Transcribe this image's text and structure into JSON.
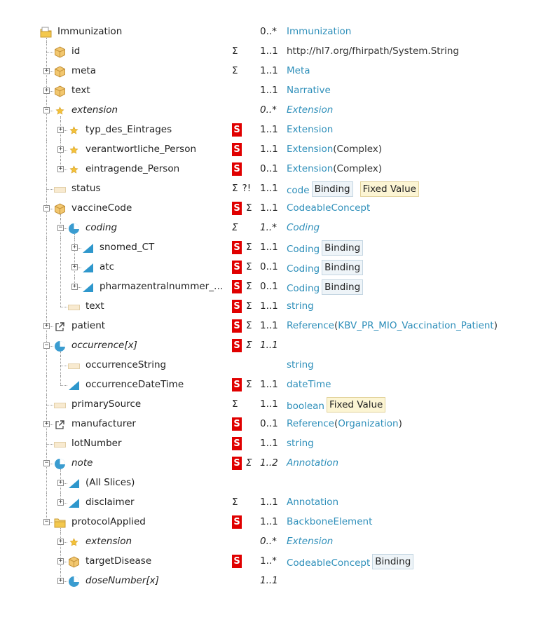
{
  "rows": [
    {
      "name": "Immunization",
      "italic": false,
      "icon": "folder-resource-icon",
      "depth": 0,
      "expander": "none",
      "flags": "",
      "sigItalic": false,
      "card": "0..*",
      "type": [
        {
          "t": "Immunization",
          "link": true
        }
      ],
      "badges": []
    },
    {
      "name": "id",
      "italic": false,
      "icon": "primitive-cube-icon",
      "depth": 1,
      "expander": "none",
      "flags": "Σ",
      "sigItalic": false,
      "card": "1..1",
      "type": [
        {
          "t": "http://hl7.org/fhirpath/System.String",
          "link": false
        }
      ],
      "badges": []
    },
    {
      "name": "meta",
      "italic": false,
      "icon": "primitive-cube-icon",
      "depth": 1,
      "expander": "plus",
      "flags": "Σ",
      "sigItalic": false,
      "card": "1..1",
      "type": [
        {
          "t": "Meta",
          "link": true
        }
      ],
      "badges": []
    },
    {
      "name": "text",
      "italic": false,
      "icon": "primitive-cube-icon",
      "depth": 1,
      "expander": "plus",
      "flags": "",
      "sigItalic": false,
      "card": "1..1",
      "type": [
        {
          "t": "Narrative",
          "link": true
        }
      ],
      "badges": []
    },
    {
      "name": "extension",
      "italic": true,
      "icon": "extension-star-icon",
      "depth": 1,
      "expander": "minus",
      "flags": "",
      "sigItalic": false,
      "card": "0..*",
      "type": [
        {
          "t": "Extension",
          "link": true
        }
      ],
      "badges": []
    },
    {
      "name": "typ_des_Eintrages",
      "italic": false,
      "icon": "extension-star-icon",
      "depth": 2,
      "expander": "plus",
      "flags": "S",
      "sigItalic": false,
      "card": "1..1",
      "type": [
        {
          "t": "Extension",
          "link": true
        }
      ],
      "badges": []
    },
    {
      "name": "verantwortliche_Person",
      "italic": false,
      "icon": "extension-star-icon",
      "depth": 2,
      "expander": "plus",
      "flags": "S",
      "sigItalic": false,
      "card": "1..1",
      "type": [
        {
          "t": "Extension",
          "link": true
        },
        {
          "t": "(Complex)",
          "link": false
        }
      ],
      "badges": []
    },
    {
      "name": "eintragende_Person",
      "italic": false,
      "icon": "extension-star-icon",
      "depth": 2,
      "expander": "plus",
      "flags": "S",
      "sigItalic": false,
      "card": "0..1",
      "type": [
        {
          "t": "Extension",
          "link": true
        },
        {
          "t": "(Complex)",
          "link": false
        }
      ],
      "badges": []
    },
    {
      "name": "status",
      "italic": false,
      "icon": "primitive-bar-icon",
      "depth": 1,
      "expander": "none",
      "flags": "Σ ?!",
      "sigItalic": false,
      "card": "1..1",
      "type": [
        {
          "t": "code",
          "link": true
        }
      ],
      "badges": [
        {
          "t": "Binding",
          "k": "binding"
        },
        {
          "t": "Fixed Value",
          "k": "fixed",
          "wide": true
        }
      ]
    },
    {
      "name": "vaccineCode",
      "italic": false,
      "icon": "primitive-cube-icon",
      "depth": 1,
      "expander": "minus",
      "flags": "S Σ",
      "sigItalic": false,
      "card": "1..1",
      "type": [
        {
          "t": "CodeableConcept",
          "link": true
        }
      ],
      "badges": []
    },
    {
      "name": "coding",
      "italic": true,
      "icon": "slice-pie-icon",
      "depth": 2,
      "expander": "minus",
      "flags": "Σ",
      "sigItalic": true,
      "card": "1..*",
      "type": [
        {
          "t": "Coding",
          "link": true
        }
      ],
      "badges": []
    },
    {
      "name": "snomed_CT",
      "italic": false,
      "icon": "slice-triangle-icon",
      "depth": 3,
      "expander": "plus",
      "flags": "S Σ",
      "sigItalic": false,
      "card": "1..1",
      "type": [
        {
          "t": "Coding",
          "link": true
        }
      ],
      "badges": [
        {
          "t": "Binding",
          "k": "binding"
        }
      ]
    },
    {
      "name": "atc",
      "italic": false,
      "icon": "slice-triangle-icon",
      "depth": 3,
      "expander": "plus",
      "flags": "S Σ",
      "sigItalic": false,
      "card": "0..1",
      "type": [
        {
          "t": "Coding",
          "link": true
        }
      ],
      "badges": [
        {
          "t": "Binding",
          "k": "binding"
        }
      ]
    },
    {
      "name": "pharmazentralnummer_…",
      "italic": false,
      "icon": "slice-triangle-icon",
      "depth": 3,
      "expander": "plus",
      "flags": "S Σ",
      "sigItalic": false,
      "card": "0..1",
      "type": [
        {
          "t": "Coding",
          "link": true
        }
      ],
      "badges": [
        {
          "t": "Binding",
          "k": "binding"
        }
      ]
    },
    {
      "name": "text",
      "italic": false,
      "icon": "primitive-bar-icon",
      "depth": 2,
      "expander": "none",
      "flags": "S Σ",
      "sigItalic": false,
      "card": "1..1",
      "type": [
        {
          "t": "string",
          "link": true
        }
      ],
      "badges": []
    },
    {
      "name": "patient",
      "italic": false,
      "icon": "reference-arrow-icon",
      "depth": 1,
      "expander": "plus",
      "flags": "S Σ",
      "sigItalic": false,
      "card": "1..1",
      "type": [
        {
          "t": "Reference",
          "link": true
        },
        {
          "t": "(",
          "link": false
        },
        {
          "t": "KBV_PR_MIO_Vaccination_Patient",
          "link": true
        },
        {
          "t": ")",
          "link": false
        }
      ],
      "badges": []
    },
    {
      "name": "occurrence[x]",
      "italic": true,
      "icon": "slice-pie-icon",
      "depth": 1,
      "expander": "minus",
      "flags": "S Σ",
      "sigItalic": true,
      "card": "1..1",
      "type": [],
      "badges": []
    },
    {
      "name": "occurrenceString",
      "italic": false,
      "icon": "primitive-bar-icon",
      "depth": 2,
      "expander": "none",
      "flags": "",
      "sigItalic": false,
      "card": "",
      "type": [
        {
          "t": "string",
          "link": true
        }
      ],
      "badges": []
    },
    {
      "name": "occurrenceDateTime",
      "italic": false,
      "icon": "slice-triangle-icon",
      "depth": 2,
      "expander": "none",
      "flags": "S Σ",
      "sigItalic": false,
      "card": "1..1",
      "type": [
        {
          "t": "dateTime",
          "link": true
        }
      ],
      "badges": []
    },
    {
      "name": "primarySource",
      "italic": false,
      "icon": "primitive-bar-icon",
      "depth": 1,
      "expander": "none",
      "flags": "Σ",
      "sigItalic": false,
      "card": "1..1",
      "type": [
        {
          "t": "boolean",
          "link": true
        }
      ],
      "badges": [
        {
          "t": "Fixed Value",
          "k": "fixed"
        }
      ]
    },
    {
      "name": "manufacturer",
      "italic": false,
      "icon": "reference-arrow-icon",
      "depth": 1,
      "expander": "plus",
      "flags": "S",
      "sigItalic": false,
      "card": "0..1",
      "type": [
        {
          "t": "Reference",
          "link": true
        },
        {
          "t": "(",
          "link": false
        },
        {
          "t": "Organization",
          "link": true
        },
        {
          "t": ")",
          "link": false
        }
      ],
      "badges": []
    },
    {
      "name": "lotNumber",
      "italic": false,
      "icon": "primitive-bar-icon",
      "depth": 1,
      "expander": "none",
      "flags": "S",
      "sigItalic": false,
      "card": "1..1",
      "type": [
        {
          "t": "string",
          "link": true
        }
      ],
      "badges": []
    },
    {
      "name": "note",
      "italic": true,
      "icon": "slice-pie-icon",
      "depth": 1,
      "expander": "minus",
      "flags": "S Σ",
      "sigItalic": true,
      "card": "1..2",
      "type": [
        {
          "t": "Annotation",
          "link": true
        }
      ],
      "badges": []
    },
    {
      "name": "(All Slices)",
      "italic": false,
      "icon": "slice-triangle-icon",
      "depth": 2,
      "expander": "plus",
      "flags": "",
      "sigItalic": false,
      "card": "",
      "type": [],
      "badges": []
    },
    {
      "name": "disclaimer",
      "italic": false,
      "icon": "slice-triangle-icon",
      "depth": 2,
      "expander": "plus",
      "flags": "Σ",
      "sigItalic": false,
      "card": "1..1",
      "type": [
        {
          "t": "Annotation",
          "link": true
        }
      ],
      "badges": []
    },
    {
      "name": "protocolApplied",
      "italic": false,
      "icon": "folder-backbone-icon",
      "depth": 1,
      "expander": "minus",
      "flags": "S",
      "sigItalic": false,
      "card": "1..1",
      "type": [
        {
          "t": "BackboneElement",
          "link": true
        }
      ],
      "badges": []
    },
    {
      "name": "extension",
      "italic": true,
      "icon": "extension-star-icon",
      "depth": 2,
      "expander": "plus",
      "flags": "",
      "sigItalic": false,
      "card": "0..*",
      "type": [
        {
          "t": "Extension",
          "link": true
        }
      ],
      "badges": []
    },
    {
      "name": "targetDisease",
      "italic": false,
      "icon": "primitive-cube-icon",
      "depth": 2,
      "expander": "plus",
      "flags": "S",
      "sigItalic": false,
      "card": "1..*",
      "type": [
        {
          "t": "CodeableConcept",
          "link": true
        }
      ],
      "badges": [
        {
          "t": "Binding",
          "k": "binding"
        }
      ]
    },
    {
      "name": "doseNumber[x]",
      "italic": true,
      "icon": "slice-pie-icon",
      "depth": 2,
      "expander": "plus",
      "flags": "",
      "sigItalic": false,
      "card": "1..1",
      "type": [],
      "badges": []
    }
  ],
  "colors": {
    "link": "#2e8fba",
    "mustSupport": "#e00000",
    "binding": "#eef4f8",
    "fixed": "#fcf5d4"
  }
}
